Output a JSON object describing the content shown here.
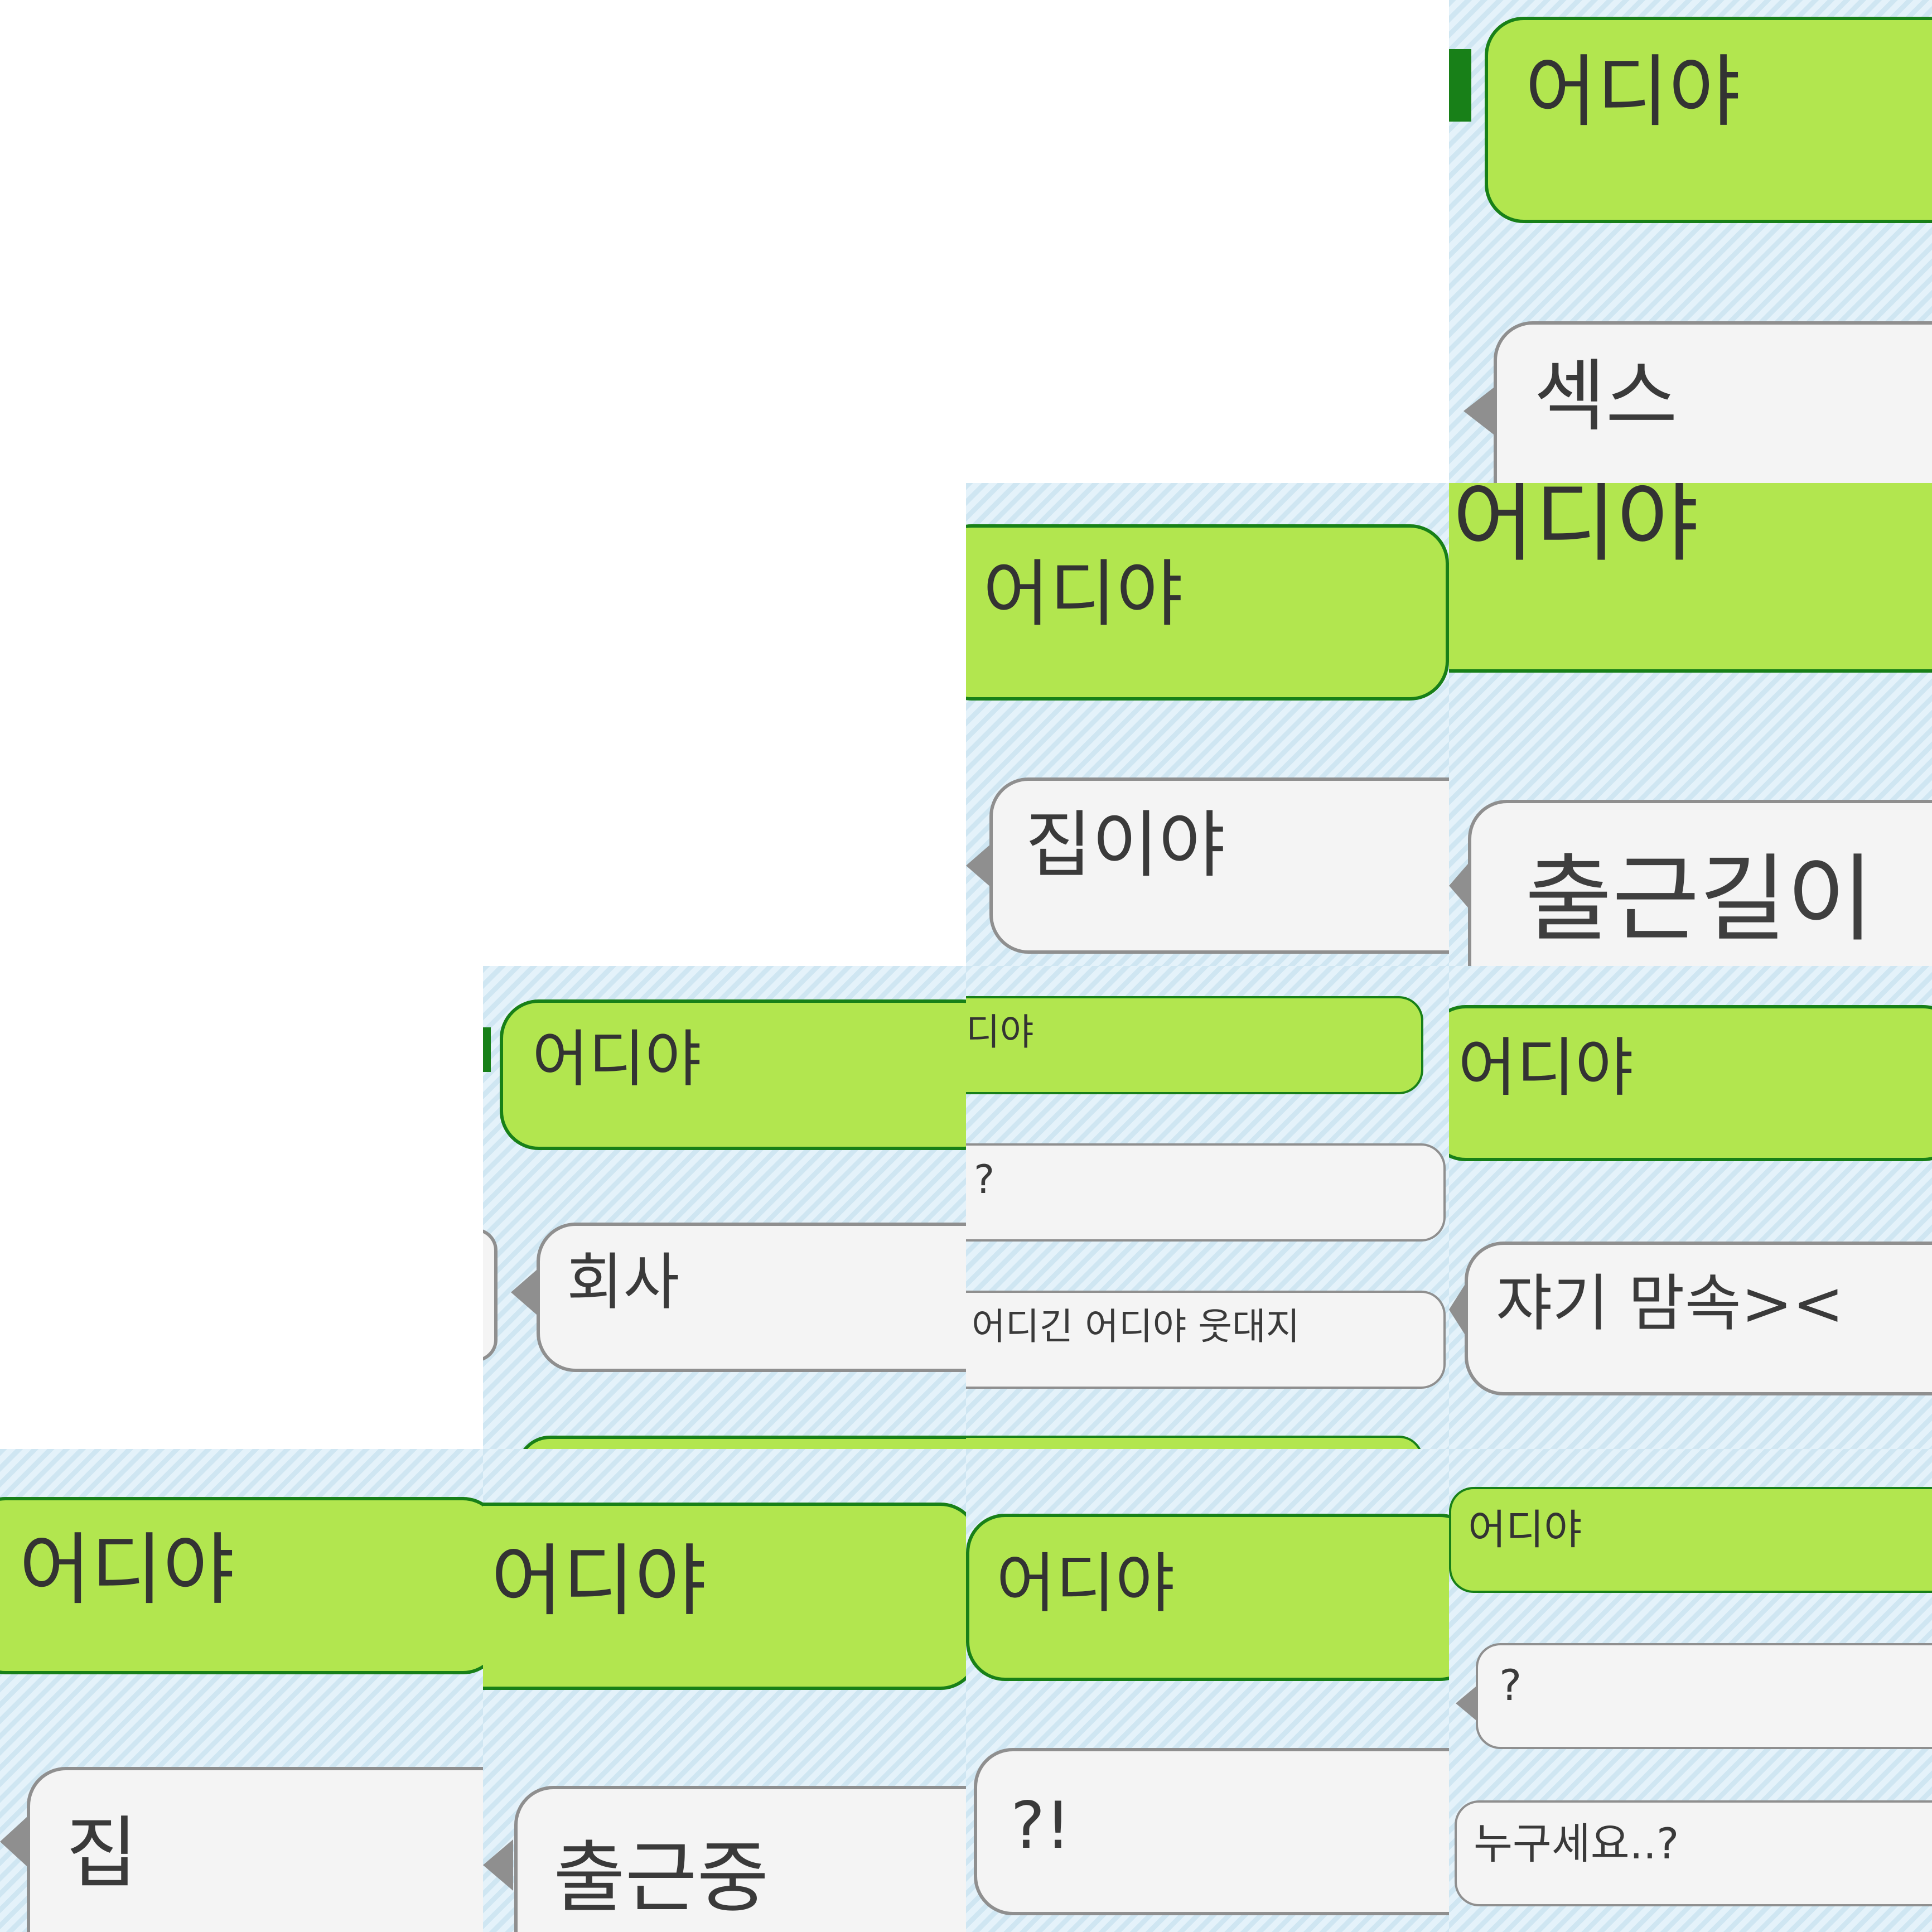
{
  "colors": {
    "sent_bubble": "#b2e64f",
    "sent_border": "#188018",
    "received_bubble": "#f4f4f4",
    "received_border": "#8f8f8f",
    "chat_background": "#dcedf7"
  },
  "panels": [
    {
      "sent": "어디야",
      "received": "섹스"
    },
    {
      "sent": "어디야",
      "received": "집이야"
    },
    {
      "sent": "어디야",
      "received": "출근길이"
    },
    {
      "sent": "어디야",
      "received": "회사"
    },
    {
      "sent": "디야",
      "replies": [
        "?",
        "어디긴 어디야 웃대지"
      ]
    },
    {
      "sent": "어디야",
      "received": "쟈기 맘속><"
    },
    {
      "sent": "어디야",
      "received": "집"
    },
    {
      "sent": "어디야",
      "received": "출근중"
    },
    {
      "sent": "어디야",
      "received": "?!"
    },
    {
      "sent": "어디야",
      "replies": [
        "?",
        "누구세요..?"
      ]
    }
  ]
}
